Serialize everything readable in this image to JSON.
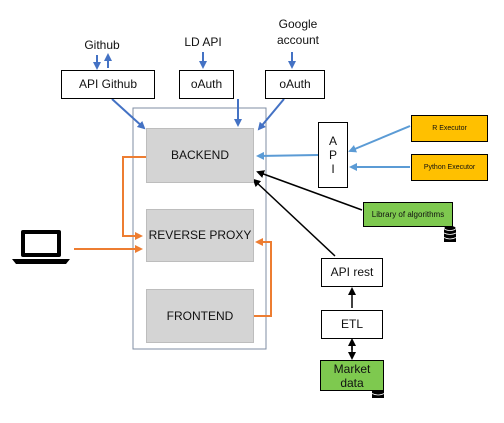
{
  "sources": {
    "github": "Github",
    "ld_api": "LD API",
    "google_line1": "Google",
    "google_line2": "account"
  },
  "boxes": {
    "api_github": "API Github",
    "oauth_ld": "oAuth",
    "oauth_google": "oAuth",
    "backend": "BACKEND",
    "reverse_proxy": "REVERSE PROXY",
    "frontend": "FRONTEND",
    "api_letters": [
      "A",
      "P",
      "I"
    ],
    "r_executor": "R Executor",
    "python_executor": "Python Executor",
    "library": "Library of algorithms",
    "api_rest": "API rest",
    "etl": "ETL",
    "market_line1": "Market",
    "market_line2": "data"
  },
  "colors": {
    "blue_arrow": "#4472c4",
    "light_blue_arrow": "#5b9bd5",
    "orange_arrow": "#ed7d31",
    "black_arrow": "#000000",
    "gray_box": "#d4d4d4",
    "executor_fill": "#ffc000",
    "green_fill": "#7ec94f"
  },
  "icons": [
    "laptop-icon",
    "database-icon",
    "database-icon"
  ]
}
